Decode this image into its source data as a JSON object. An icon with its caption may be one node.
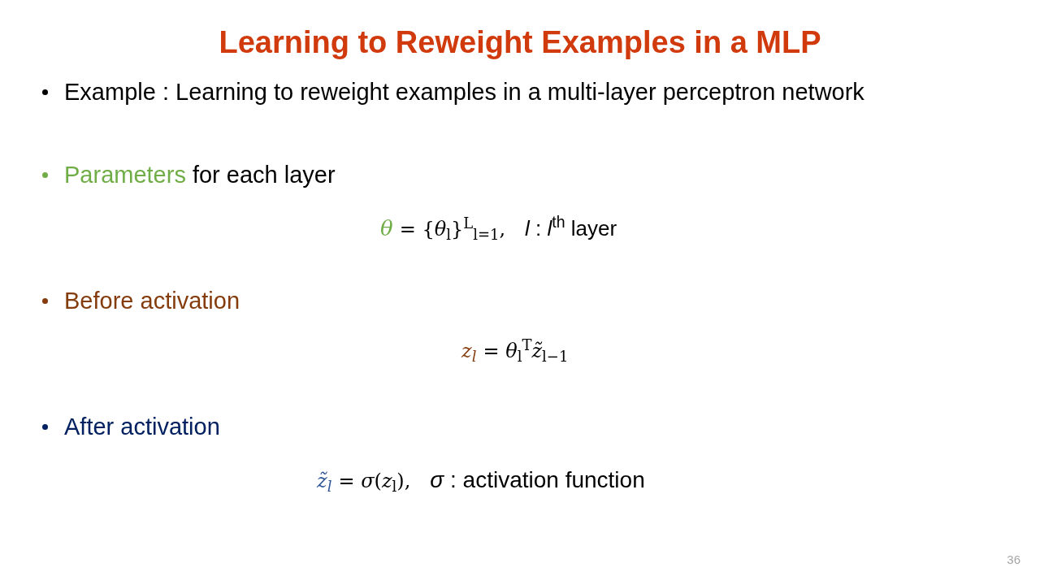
{
  "diagram": {
    "title": "Learning to Reweight Examples in a MLP",
    "labels": [
      "Example : Learning to reweight examples in a multi-layer perceptron network",
      "Parameters",
      "for each layer",
      "θ",
      "= {*θ*$_{l}$}$^{L}$$_{l=1}$,",
      "*l* : *l*$^{th}$ layer",
      "Before activation",
      "z$_{l}$",
      "= *θ*$_{l}$$^{T}$*z̃*$_{l−1}$",
      "After activation",
      "z̃$_{l}$",
      "= *σ*(*z*$_{l}$),",
      "*σ* : activation function",
      "36"
    ]
  }
}
